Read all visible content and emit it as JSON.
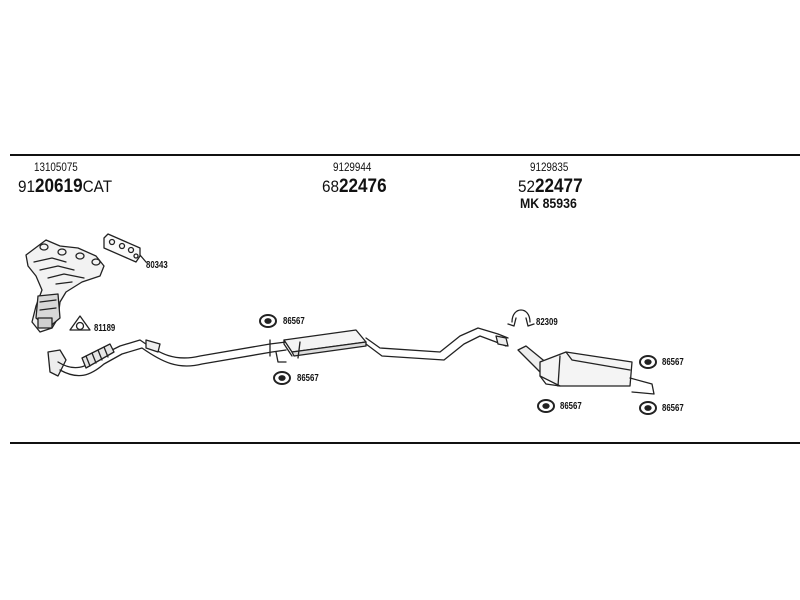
{
  "header": {
    "col1": {
      "part_no": "13105075",
      "oe_prefix": "91",
      "oe_main": "20619",
      "oe_suffix": "CAT"
    },
    "col2": {
      "part_no": "9129944",
      "oe_prefix": "68",
      "oe_main": "22476"
    },
    "col3": {
      "part_no": "9129835",
      "oe_prefix": "52",
      "oe_main": "22477",
      "kit_label": "MK 85936"
    }
  },
  "parts": {
    "gasket_top": "80343",
    "gasket_ring": "81189",
    "hanger_mid_top": "86567",
    "hanger_mid_bottom": "86567",
    "clamp_rear": "82309",
    "hanger_rear_right_top": "86567",
    "hanger_rear_left_bottom": "86567",
    "hanger_rear_right_bottom": "86567"
  }
}
